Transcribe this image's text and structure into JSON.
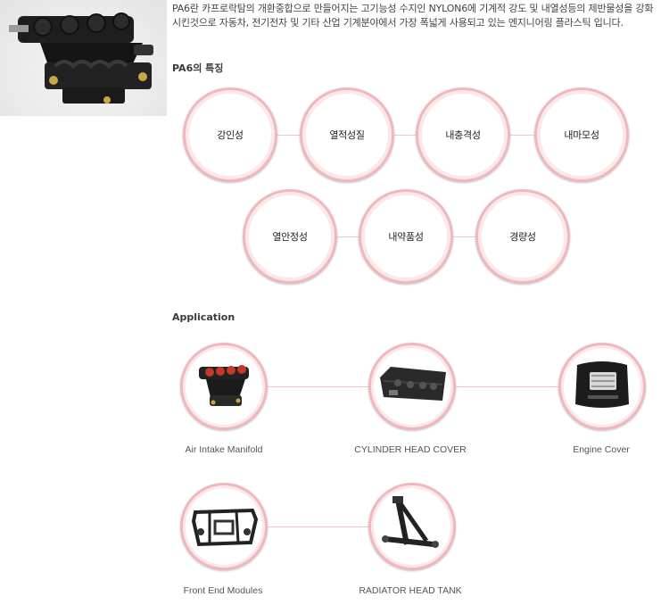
{
  "intro_text": "PA6란 카프로락탐의 개환중합으로 만들어지는 고기능성 수지인 NYLON6에 기계적 강도 및 내열성등의 제반물성을 강화시킨것으로 자동차, 전기전자 및 기타 산업 기계분야에서 가장 폭넓게 사용되고 있는 엔지니어링 플라스틱 입니다.",
  "features_title": "PA6의 특징",
  "features": [
    "강인성",
    "열적성질",
    "내충격성",
    "내마모성",
    "열안정성",
    "내약품성",
    "경량성"
  ],
  "application_title": "Application",
  "applications": [
    {
      "label": "Air Intake Manifold",
      "icon": "intake-manifold-icon"
    },
    {
      "label": "CYLINDER HEAD COVER",
      "icon": "cylinder-head-cover-icon"
    },
    {
      "label": "Engine Cover",
      "icon": "engine-cover-icon"
    },
    {
      "label": "Front End Modules",
      "icon": "front-end-module-icon"
    },
    {
      "label": "RADIATOR HEAD TANK",
      "icon": "radiator-head-tank-icon"
    }
  ],
  "colors": {
    "ring": "#f0b8bc",
    "line": "#efc9cc"
  }
}
